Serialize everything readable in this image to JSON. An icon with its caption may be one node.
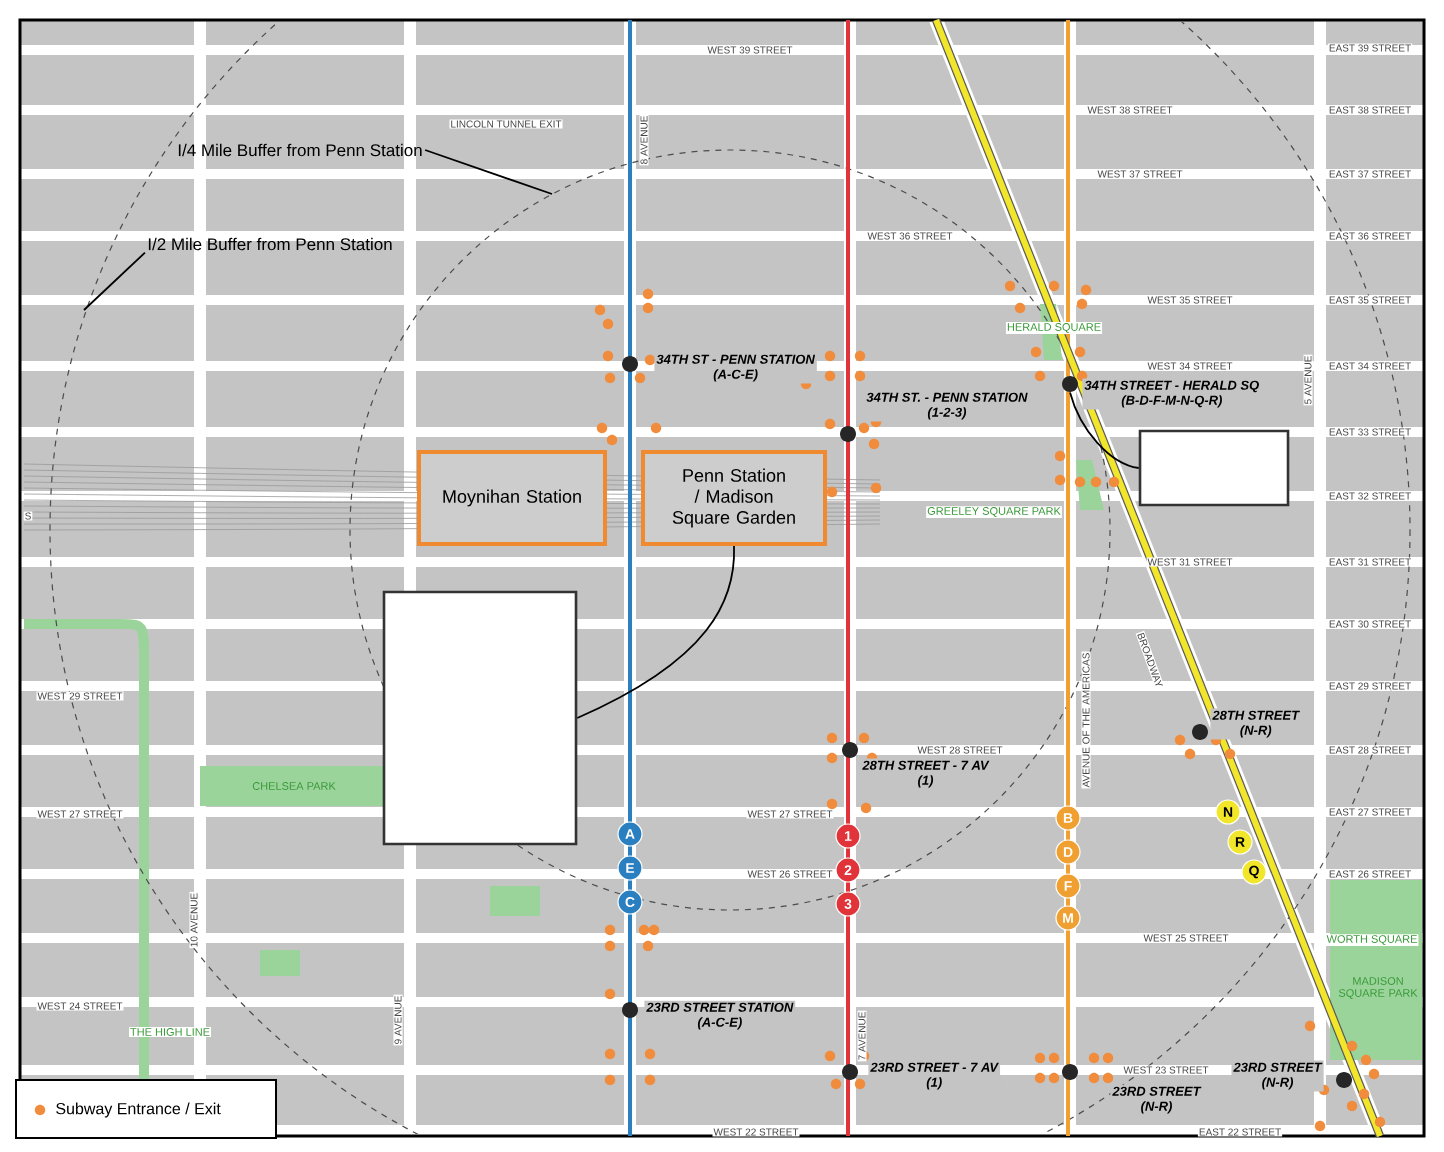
{
  "diagram": {
    "nodes": [
      {
        "text": [
          "I/4 Mile Buffer from Penn Station"
        ]
      },
      {
        "text": [
          "I/2 Mile Buffer from Penn Station"
        ]
      },
      {
        "text": [
          "Moynihan Station"
        ]
      },
      {
        "text": [
          "Penn Station / Madison Square Garden"
        ]
      },
      {
        "text": [],
        "shape": "box"
      },
      {
        "text": [],
        "shape": "box"
      },
      {
        "text": [],
        "shape": "circle",
        "beside": [
          "34TH ST - PENN STATION",
          "(A-C-E)"
        ]
      },
      {
        "text": [],
        "shape": "circle",
        "beside": [
          "34TH ST. - PENN STATION",
          "(1-2-3)"
        ]
      },
      {
        "text": [],
        "shape": "circle",
        "beside": [
          "34TH STREET - HERALD SQ",
          "(B-D-F-M-N-Q-R)"
        ]
      },
      {
        "text": [],
        "shape": "circle",
        "beside": [
          "28TH STREET - 7 AV",
          "(1)"
        ]
      },
      {
        "text": [],
        "shape": "circle",
        "beside": [
          "28TH STREET",
          "(N-R)"
        ]
      },
      {
        "text": [],
        "shape": "circle",
        "beside": [
          "23RD STREET STATION",
          "(A-C-E)"
        ]
      },
      {
        "text": [],
        "shape": "circle",
        "beside": [
          "23RD STREET - 7 AV",
          "(1)"
        ]
      },
      {
        "text": [],
        "shape": "circle",
        "beside": [
          "23RD STREET",
          "(N-R)"
        ]
      },
      {
        "text": [],
        "shape": "circle",
        "beside": [
          "23RD STREET",
          "(N-R)"
        ]
      },
      {
        "text": [
          "A"
        ]
      },
      {
        "text": [
          "E"
        ]
      },
      {
        "text": [
          "C"
        ]
      },
      {
        "text": [
          "1"
        ]
      },
      {
        "text": [
          "2"
        ]
      },
      {
        "text": [
          "3"
        ]
      },
      {
        "text": [
          "B"
        ]
      },
      {
        "text": [
          "D"
        ]
      },
      {
        "text": [
          "F"
        ]
      },
      {
        "text": [
          "M"
        ]
      },
      {
        "text": [
          "N"
        ]
      },
      {
        "text": [
          "R"
        ]
      },
      {
        "text": [
          "Q"
        ]
      }
    ],
    "edges": [
      {
        "from": 0,
        "to": null,
        "arrow": "none"
      },
      {
        "from": 1,
        "to": null,
        "arrow": "none"
      },
      {
        "from": 4,
        "to": 3,
        "arrow": "none"
      },
      {
        "from": 5,
        "to": 8,
        "arrow": "none"
      }
    ],
    "labels": [
      "WEST 39 STREET",
      "WEST 38 STREET",
      "EAST 39 STREET",
      "EAST 38 STREET",
      "WEST 37 STREET",
      "EAST 37 STREET",
      "LINCOLN TUNNEL EXIT",
      "8 AVENUE",
      "WEST 36 STREET",
      "EAST 36 STREET",
      "WEST 35 STREET",
      "EAST 35 STREET",
      "HERALD SQUARE",
      "WEST 34 STREET",
      "EAST 34 STREET",
      "5 AVENUE",
      "EAST 33 STREET",
      "S",
      "GREELEY SQUARE PARK",
      "EAST 32 STREET",
      "WEST 31 STREET",
      "EAST 31 STREET",
      "EAST 30 STREET",
      "WEST 29 STREET",
      "EAST 29 STREET",
      "AVENUE OF THE AMERICAS",
      "BROADWAY",
      "WEST 28 STREET",
      "EAST 28 STREET",
      "CHELSEA PARK",
      "WEST 27 STREET",
      "WEST 27 STREET",
      "EAST 27 STREET",
      "WEST 26 STREET",
      "EAST 26 STREET",
      "10 AVENUE",
      "WEST 25 STREET",
      "WORTH SQUARE",
      "MADISON SQUARE PARK",
      "WEST 24 STREET",
      "THE HIGH LINE",
      "9 AVENUE",
      "7 AVENUE",
      "WEST 23 STREET",
      "WEST 22 STREET",
      "EAST 22 STREET"
    ],
    "legend": [
      {
        "text": "Subway Entrance / Exit",
        "color": "#f08c3c"
      }
    ]
  }
}
